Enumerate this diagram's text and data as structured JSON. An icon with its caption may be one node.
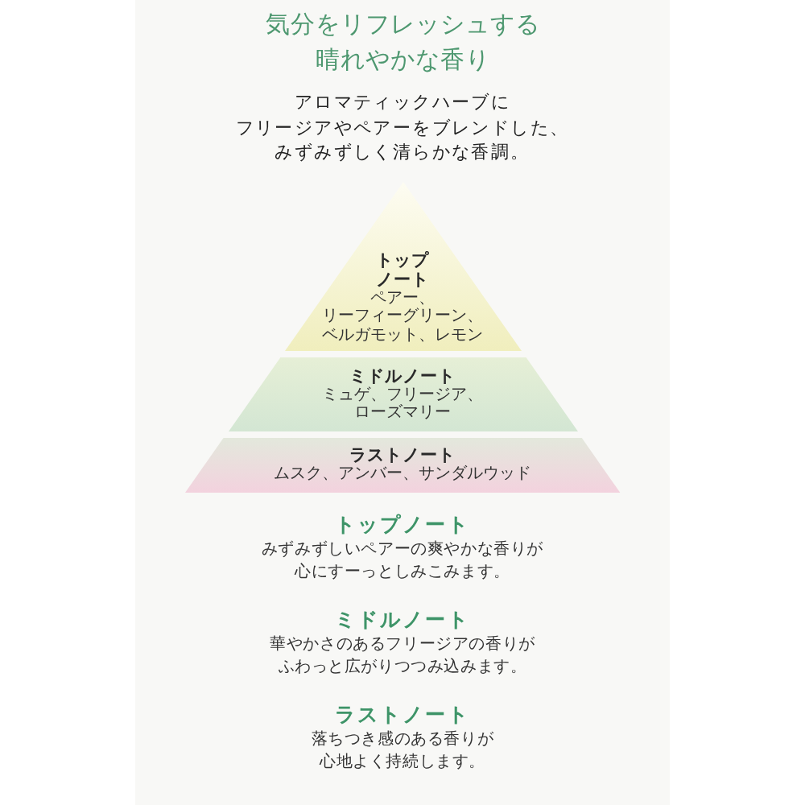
{
  "diagram": {
    "title": "気分をリフレッシュする晴れやかな香り",
    "nodes": [
      {
        "text": [
          "トップノート",
          "ペアー、リーフィーグリーン、ベルガモット、レモン"
        ]
      },
      {
        "text": [
          "ミドルノート",
          "ミュゲ、フリージア、ローズマリー"
        ]
      },
      {
        "text": [
          "ラストノート",
          "ムスク、アンバー、サンダルウッド"
        ]
      }
    ],
    "labels": [
      "アロマティックハーブにフリージアやペアーをブレンドした、みずみずしく清らかな香調。",
      "トップノート",
      "みずみずしいペアーの爽やかな香りが心にすーっとしみこみます。",
      "ミドルノート",
      "華やかさのあるフリージアの香りがふわっと広がりつつみ込みます。",
      "ラストノート",
      "落ちつき感のある香りが心地よく持続します。"
    ]
  }
}
